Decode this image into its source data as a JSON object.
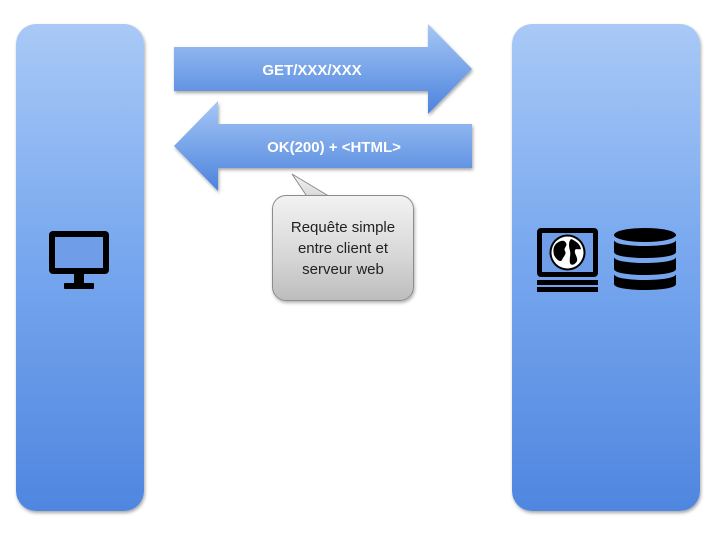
{
  "diagram": {
    "request_arrow": {
      "label": "GET/XXX/XXX",
      "direction": "right"
    },
    "response_arrow": {
      "label": "OK(200) + <HTML>",
      "direction": "left"
    },
    "callout": {
      "lines": [
        "Requête simple",
        "entre client et",
        "serveur web"
      ]
    },
    "client": {
      "icon": "monitor-icon"
    },
    "server": {
      "icons": [
        "globe-server-icon",
        "database-icon"
      ]
    }
  },
  "colors": {
    "arrow_light": "#a6c6f5",
    "arrow_dark": "#4b83dd",
    "pillar_light": "#a9c9f6",
    "pillar_dark": "#4f86df",
    "callout_fill": "#d6d6d6",
    "icon": "#000000"
  }
}
